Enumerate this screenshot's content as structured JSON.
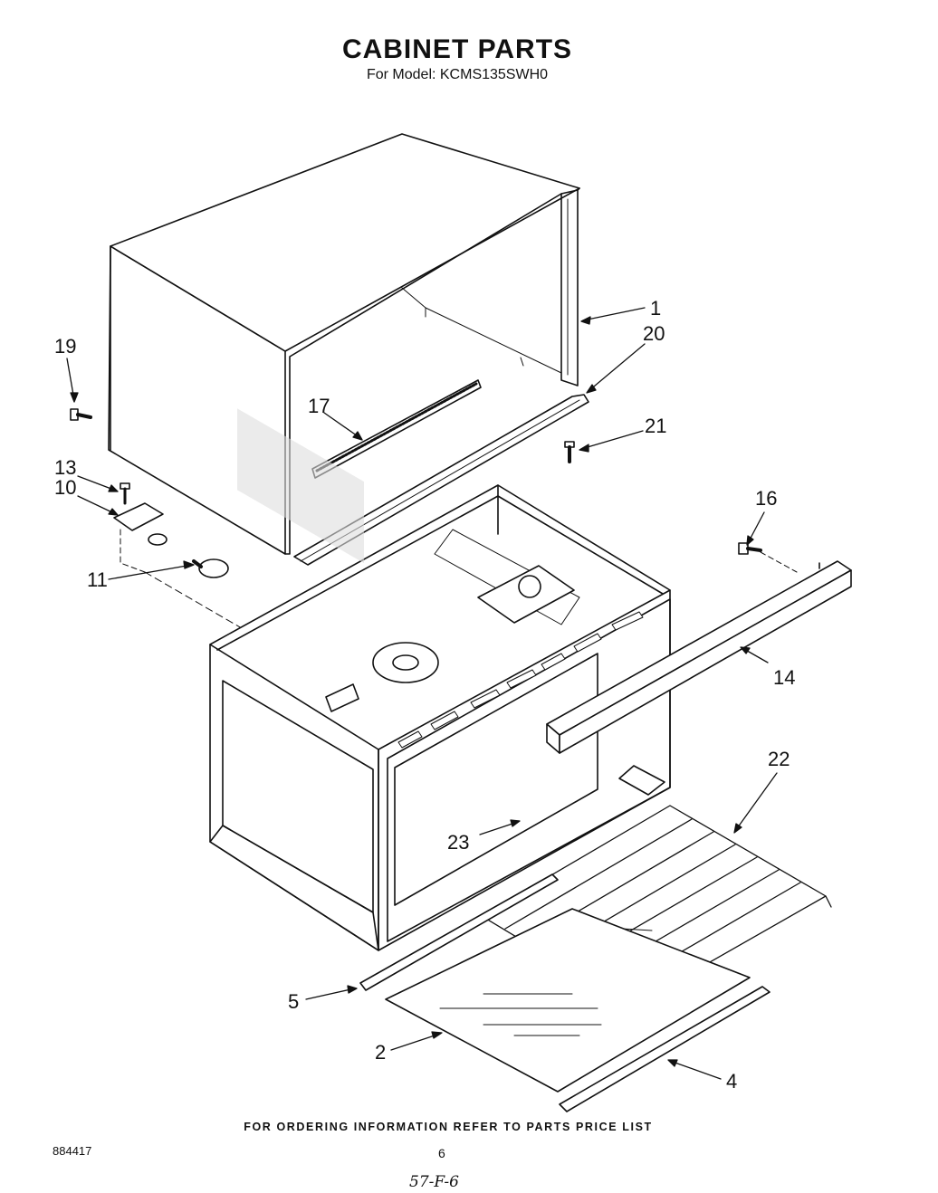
{
  "header": {
    "title": "CABINET PARTS",
    "subtitle": "For Model: KCMS135SWH0"
  },
  "callouts": [
    "1",
    "20",
    "21",
    "19",
    "17",
    "13",
    "10",
    "11",
    "16",
    "14",
    "22",
    "23",
    "5",
    "2",
    "4"
  ],
  "footer": {
    "ordering_note": "FOR ORDERING INFORMATION REFER TO PARTS PRICE LIST",
    "document_number": "884417",
    "page_number": "6",
    "handwritten_note": "57-F-6"
  }
}
